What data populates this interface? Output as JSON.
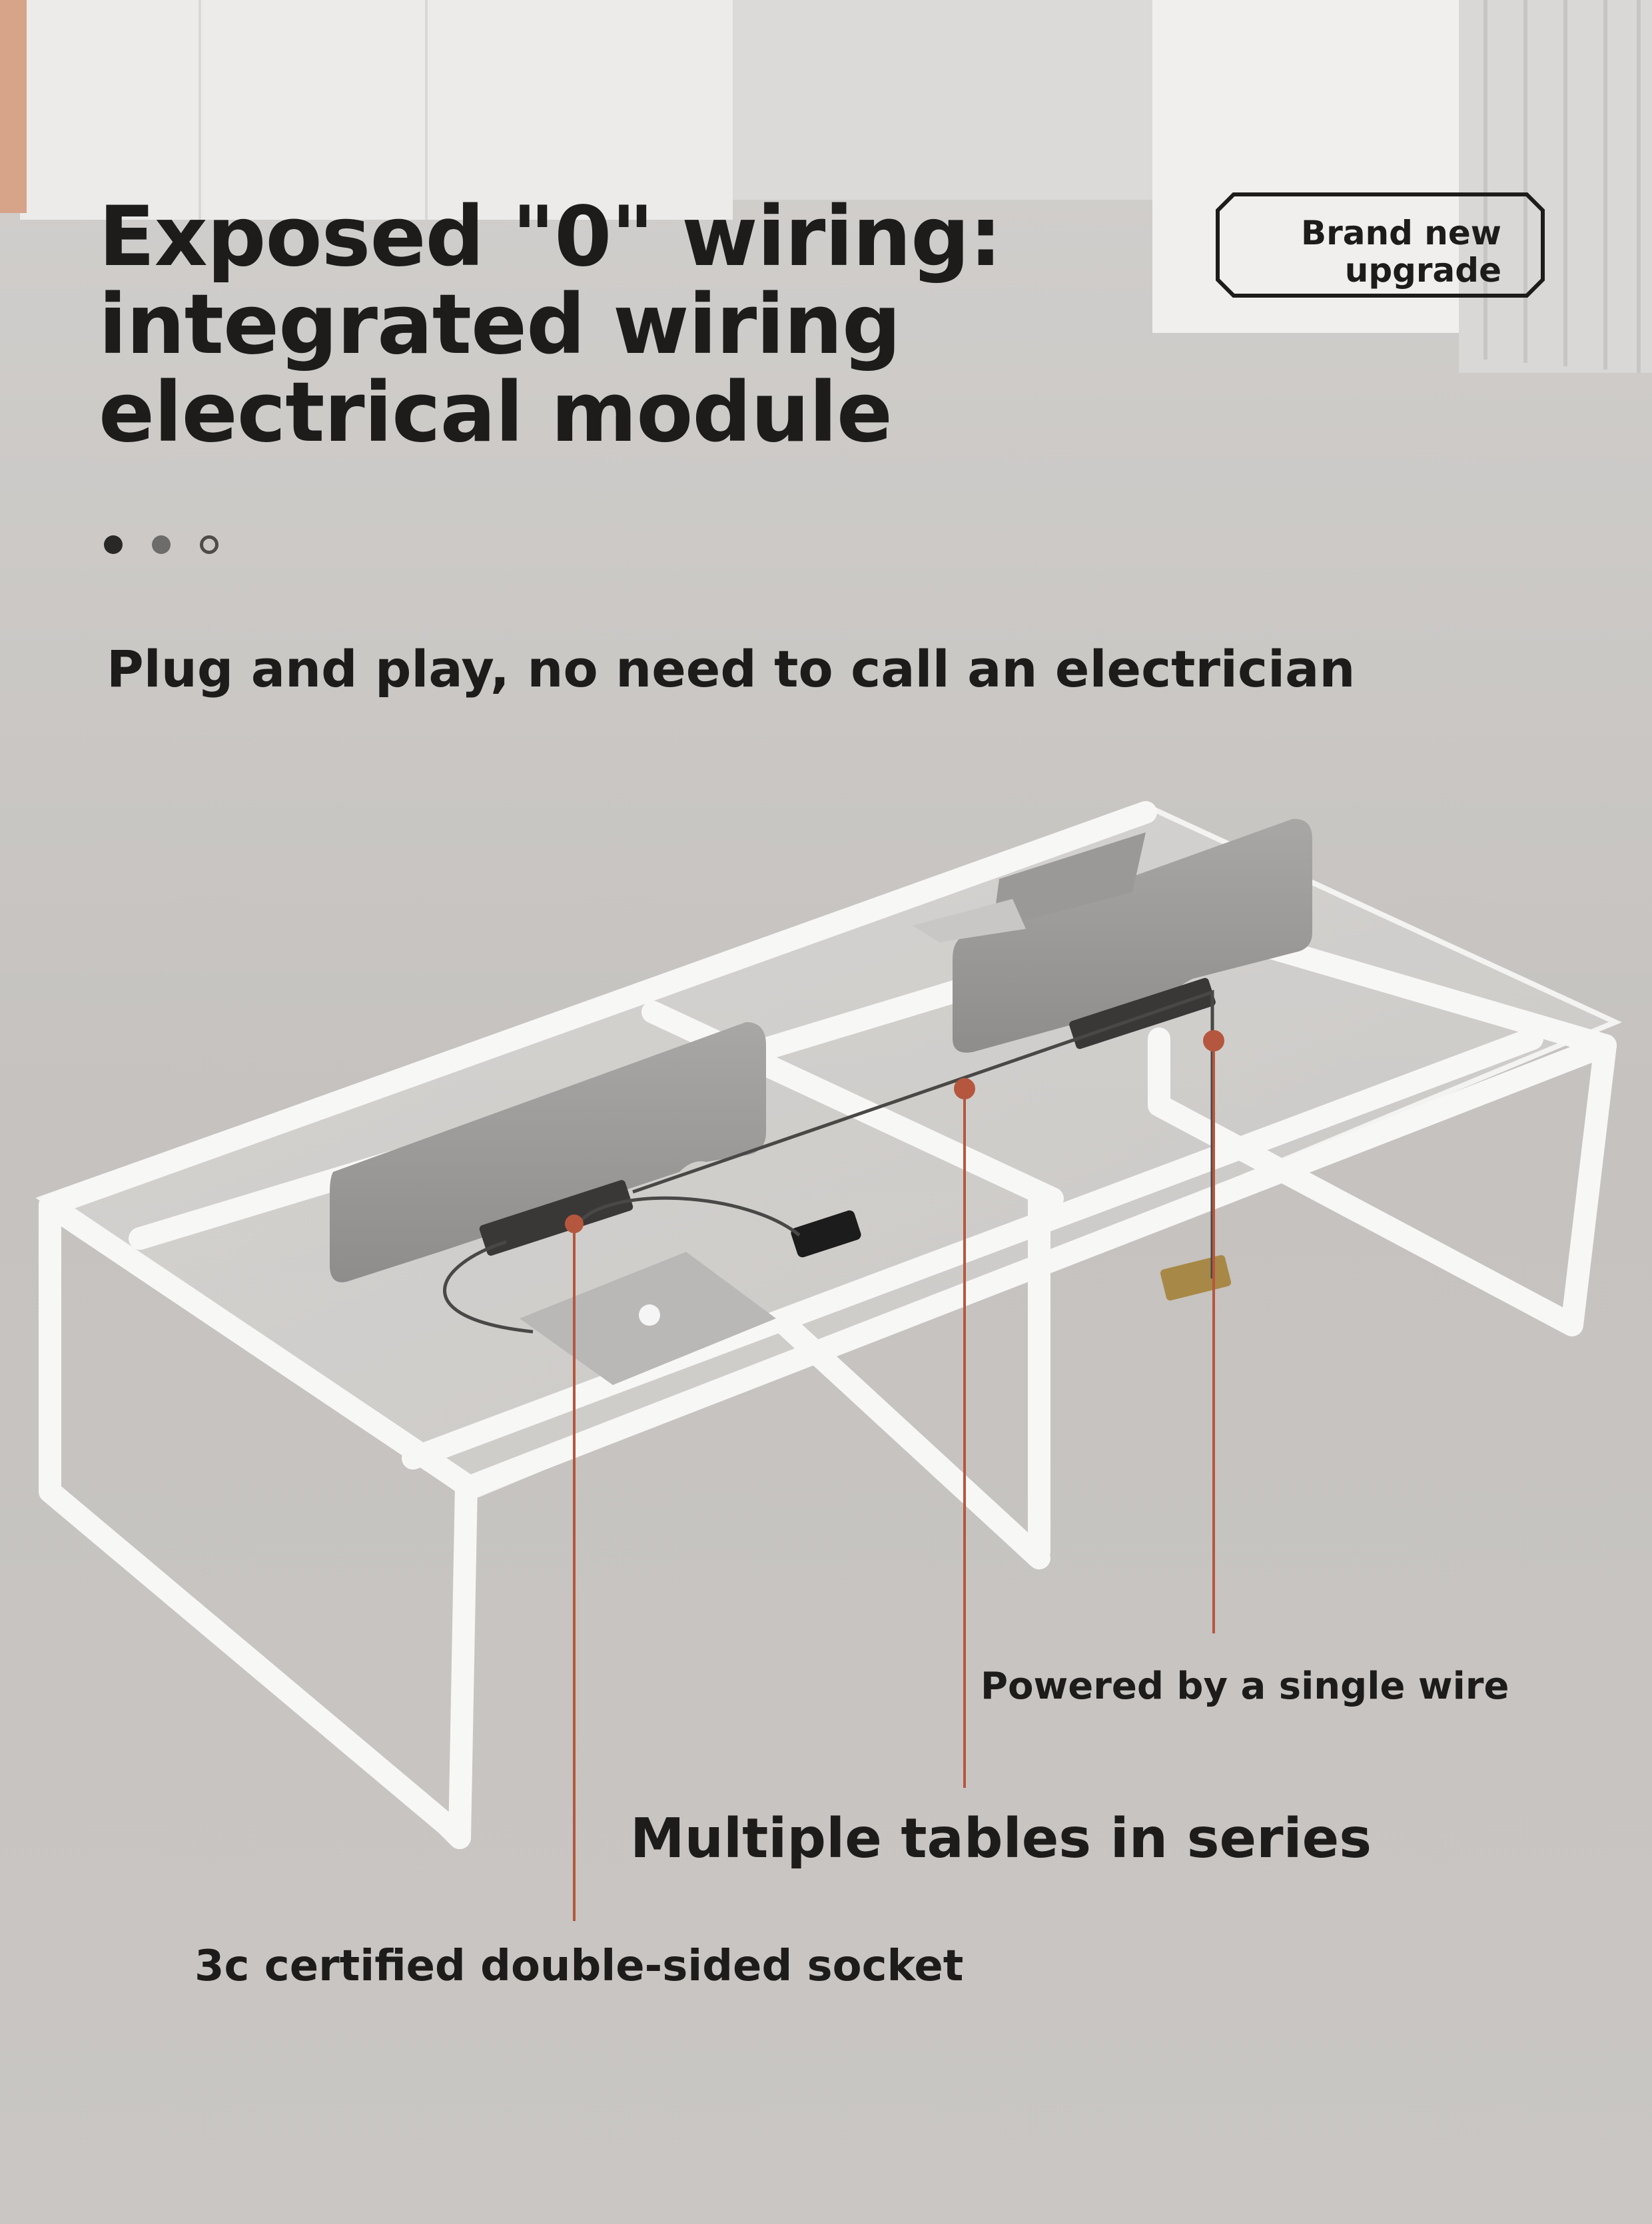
{
  "headline": {
    "line1": "Exposed \"0\" wiring:",
    "line2": "integrated wiring",
    "line3": "electrical module"
  },
  "badge": {
    "line1": "Brand new",
    "line2": "upgrade"
  },
  "pager": {
    "total": 3,
    "active_index": 0
  },
  "subheadline": "Plug and play, no need to call an electrician",
  "callouts": {
    "wire": "Powered by a single wire",
    "series": "Multiple tables in series",
    "socket": "3c certified double-sided socket"
  },
  "colors": {
    "background": "#c9c6c3",
    "text": "#1e1c1b",
    "callout_line": "#b5573e",
    "frame": "#f7f7f6",
    "panel": "#9a9896"
  }
}
